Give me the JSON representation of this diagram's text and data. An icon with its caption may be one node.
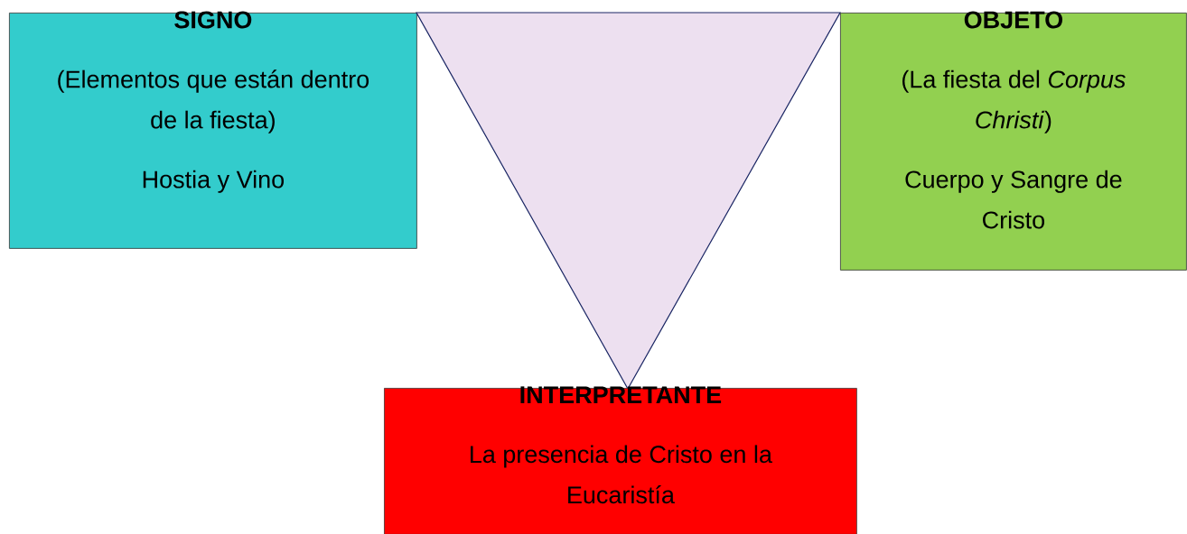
{
  "diagram": {
    "nodes": [
      {
        "text": [
          "SIGNO",
          "(Elementos que están dentro de la fiesta)",
          "Hostia y Vino"
        ]
      },
      {
        "text": [],
        "shape": "triangle"
      },
      {
        "text": [
          "OBJETO",
          "(La fiesta del *Corpus Christi*)",
          "Cuerpo y Sangre de Cristo"
        ]
      },
      {
        "text": [
          "INTERPRETANTE",
          "La presencia de Cristo en la Eucaristía"
        ]
      }
    ]
  }
}
